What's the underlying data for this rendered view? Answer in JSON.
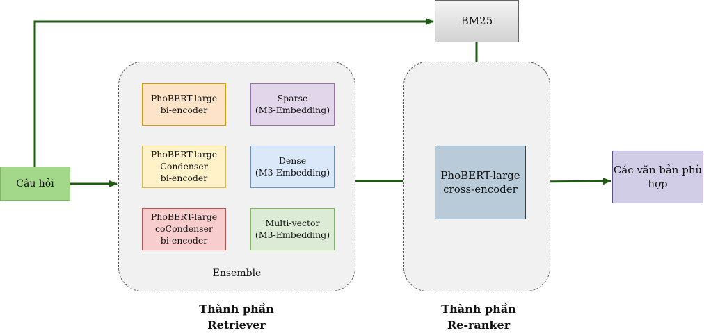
{
  "nodes": {
    "query": "Câu hỏi",
    "bm25": "BM25",
    "retriever_models": {
      "phobert_bi": [
        "PhoBERT-large",
        "bi-encoder"
      ],
      "phobert_condenser": [
        "PhoBERT-large",
        "Condenser",
        "bi-encoder"
      ],
      "phobert_cocondenser": [
        "PhoBERT-large",
        "coCondenser",
        "bi-encoder"
      ],
      "sparse": [
        "Sparse",
        "(M3-Embedding)"
      ],
      "dense": [
        "Dense",
        "(M3-Embedding)"
      ],
      "multivector": [
        "Multi-vector",
        "(M3-Embedding)"
      ]
    },
    "ensemble_label": "Ensemble",
    "cross_encoder": [
      "PhoBERT-large",
      "cross-encoder"
    ],
    "output": [
      "Các văn bản phù",
      "hợp"
    ]
  },
  "captions": {
    "retriever": [
      "Thành phần",
      "Retriever"
    ],
    "reranker": [
      "Thành phần",
      "Re-ranker"
    ]
  },
  "colors": {
    "arrow": "#1e5b12",
    "query_fill": "#a3d88a",
    "bm25_fill": "#e0e0e0",
    "phobert_bi_fill": "#fde4c8",
    "phobert_condenser_fill": "#fff1c8",
    "phobert_cocondenser_fill": "#f7cdcd",
    "sparse_fill": "#e2d6ea",
    "dense_fill": "#dbe8fa",
    "multivector_fill": "#dbebd5",
    "cross_encoder_fill": "#b9cbd9",
    "output_fill": "#d2cde6"
  }
}
